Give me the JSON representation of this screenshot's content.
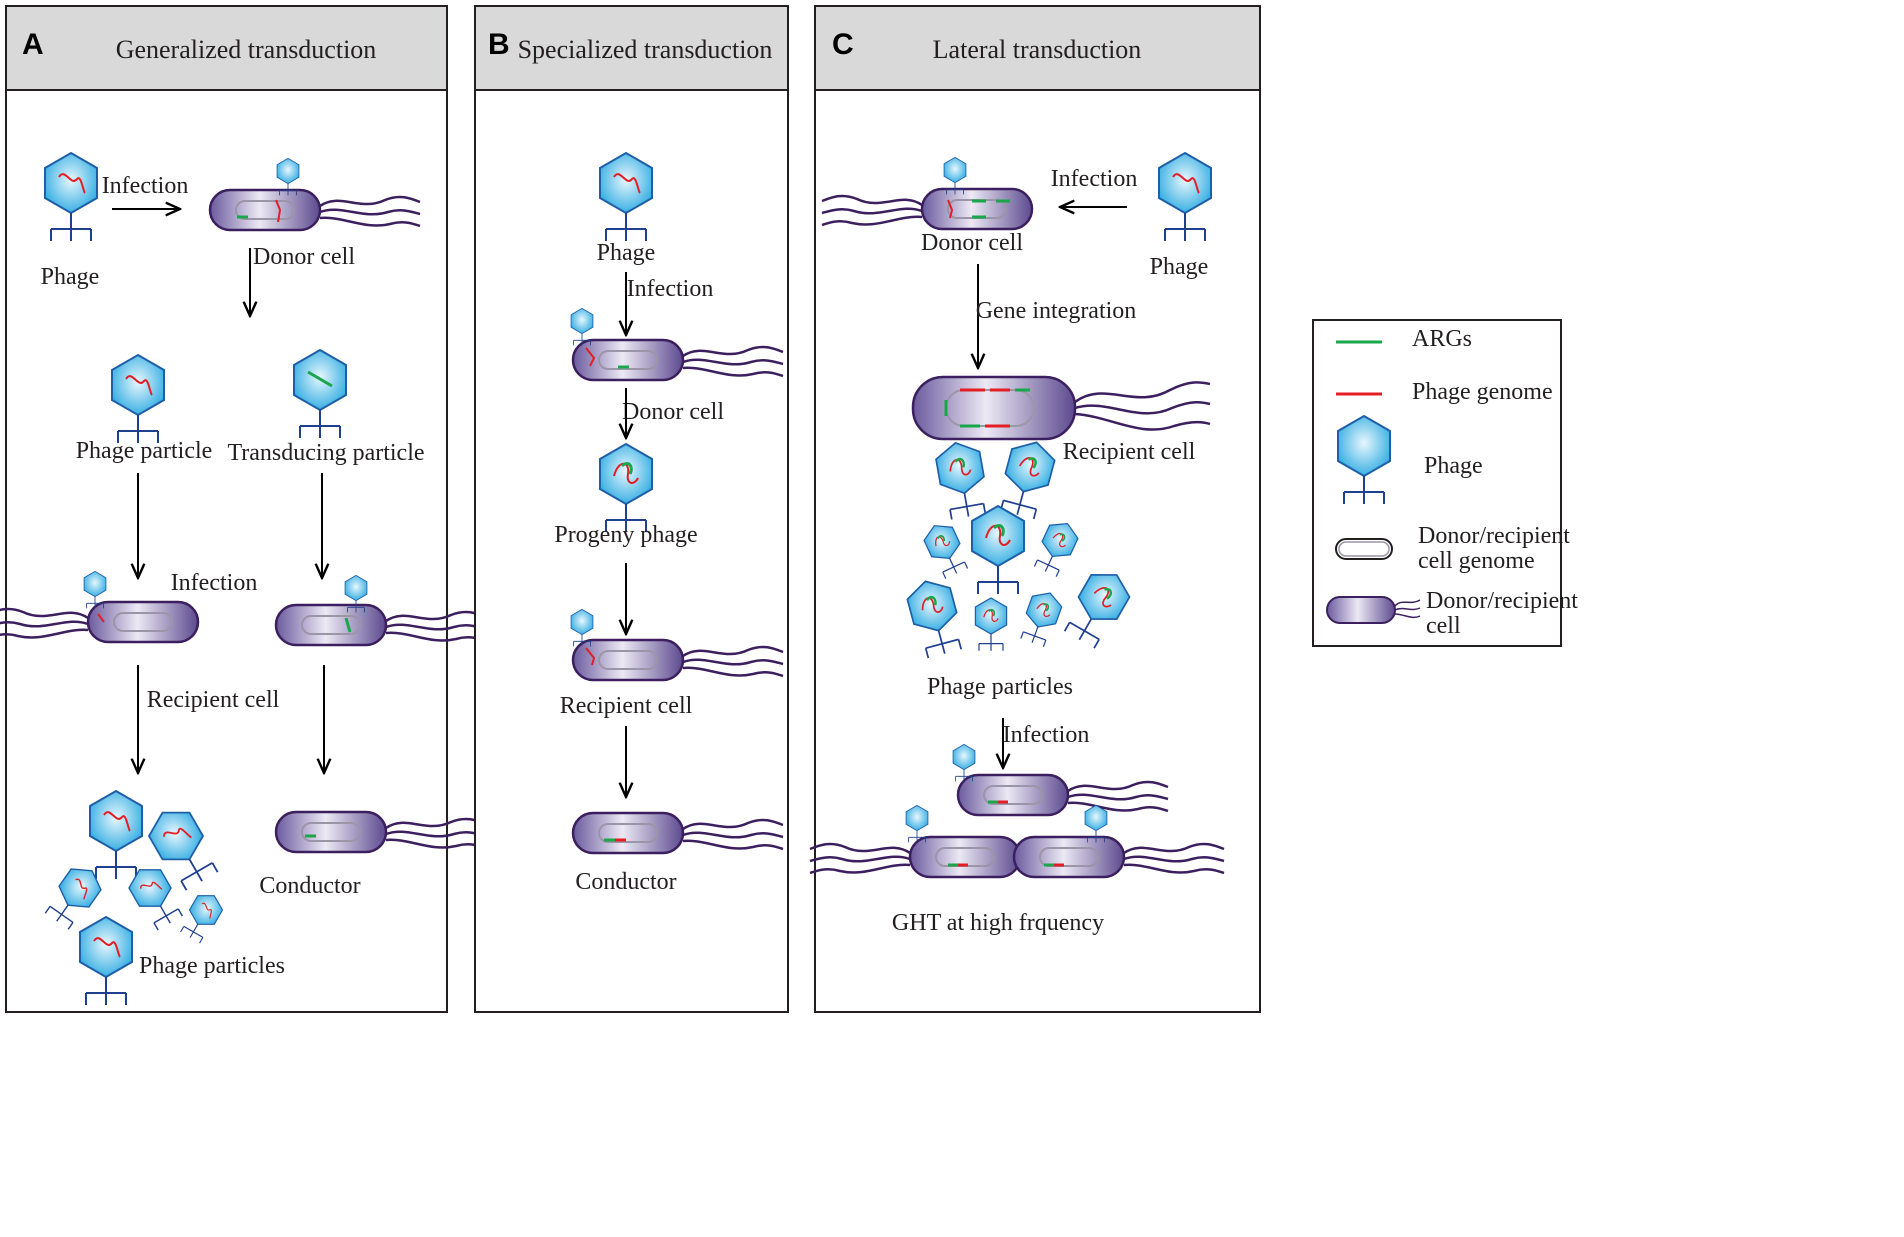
{
  "panels": [
    {
      "letter": "A",
      "title": "Generalized transduction",
      "labels": {
        "phage": "Phage",
        "infection1": "Infection",
        "donor_cell": "Donor cell",
        "phage_particle": "Phage particle",
        "transducing_particle": "Transducing particle",
        "infection2": "Infection",
        "recipient_cell": "Recipient cell",
        "conductor": "Conductor",
        "phage_particles": "Phage particles"
      }
    },
    {
      "letter": "B",
      "title": "Specialized transduction",
      "labels": {
        "phage": "Phage",
        "infection": "Infection",
        "donor_cell": "Donor cell",
        "progeny_phage": "Progeny phage",
        "recipient_cell": "Recipient cell",
        "conductor": "Conductor"
      }
    },
    {
      "letter": "C",
      "title": "Lateral transduction",
      "labels": {
        "infection1": "Infection",
        "donor_cell": "Donor cell",
        "phage": "Phage",
        "gene_integration": "Gene integration",
        "recipient_cell": "Recipient cell",
        "phage_particles": "Phage particles",
        "infection2": "Infection",
        "ght": "GHT at high frquency"
      }
    }
  ],
  "legend": {
    "args": "ARGs",
    "phage_genome": "Phage genome",
    "phage": "Phage",
    "genome_line1": "Donor/recipient",
    "genome_line2": "cell genome",
    "cell_line1": "Donor/recipient",
    "cell_line2": "cell"
  },
  "colors": {
    "args_green": "#1aa64a",
    "phage_genome_red": "#e31e24",
    "phage_blue": "#29a9e1",
    "cell_purple": "#5c4a8f",
    "header_gray": "#d9d9d9"
  }
}
